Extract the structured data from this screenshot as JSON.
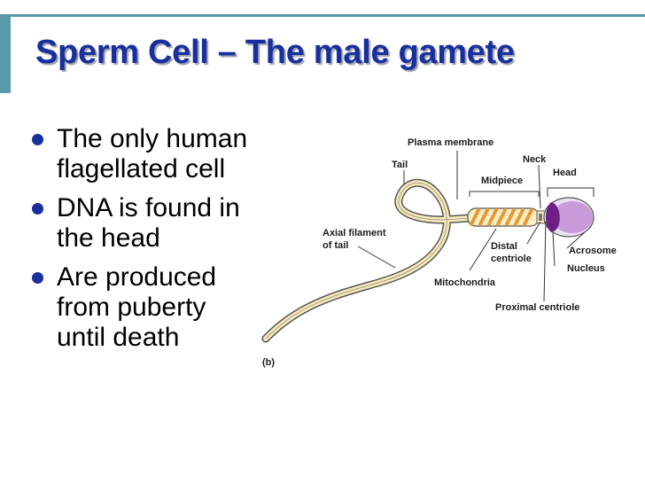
{
  "slide": {
    "title": "Sperm Cell – The male gamete",
    "bullets": [
      "The only human flagellated cell",
      "DNA is found in the head",
      "Are produced from puberty until death"
    ]
  },
  "diagram": {
    "labels": {
      "plasma_membrane": "Plasma membrane",
      "neck": "Neck",
      "tail": "Tail",
      "head": "Head",
      "midpiece": "Midpiece",
      "axial_filament_1": "Axial filament",
      "axial_filament_2": "of tail",
      "distal_centriole_1": "Distal",
      "distal_centriole_2": "centriole",
      "acrosome": "Acrosome",
      "nucleus": "Nucleus",
      "mitochondria": "Mitochondria",
      "proximal_centriole": "Proximal centriole",
      "panel": "(b)"
    },
    "colors": {
      "tail_fill": "#f7ebb8",
      "mitochondria": "#e59a3a",
      "nucleus": "#6e1f86",
      "acrosome": "#c79ad8"
    }
  }
}
